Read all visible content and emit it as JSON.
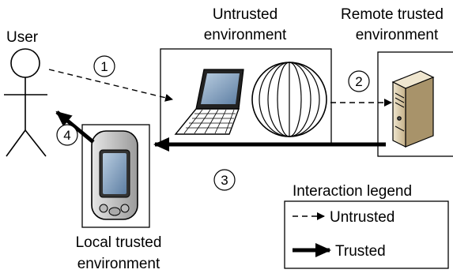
{
  "labels": {
    "user": "User",
    "untrusted_line1": "Untrusted",
    "untrusted_line2": "environment",
    "remote_line1": "Remote trusted",
    "remote_line2": "environment",
    "local_line1": "Local trusted",
    "local_line2": "environment"
  },
  "steps": {
    "s1": "1",
    "s2": "2",
    "s3": "3",
    "s4": "4"
  },
  "legend": {
    "title": "Interaction legend",
    "untrusted": "Untrusted",
    "trusted": "Trusted"
  },
  "colors": {
    "stroke": "#000000",
    "screen": "#8fa7c0",
    "server_body": "#d9c9a3",
    "phone_body": "#c7c7c7"
  }
}
